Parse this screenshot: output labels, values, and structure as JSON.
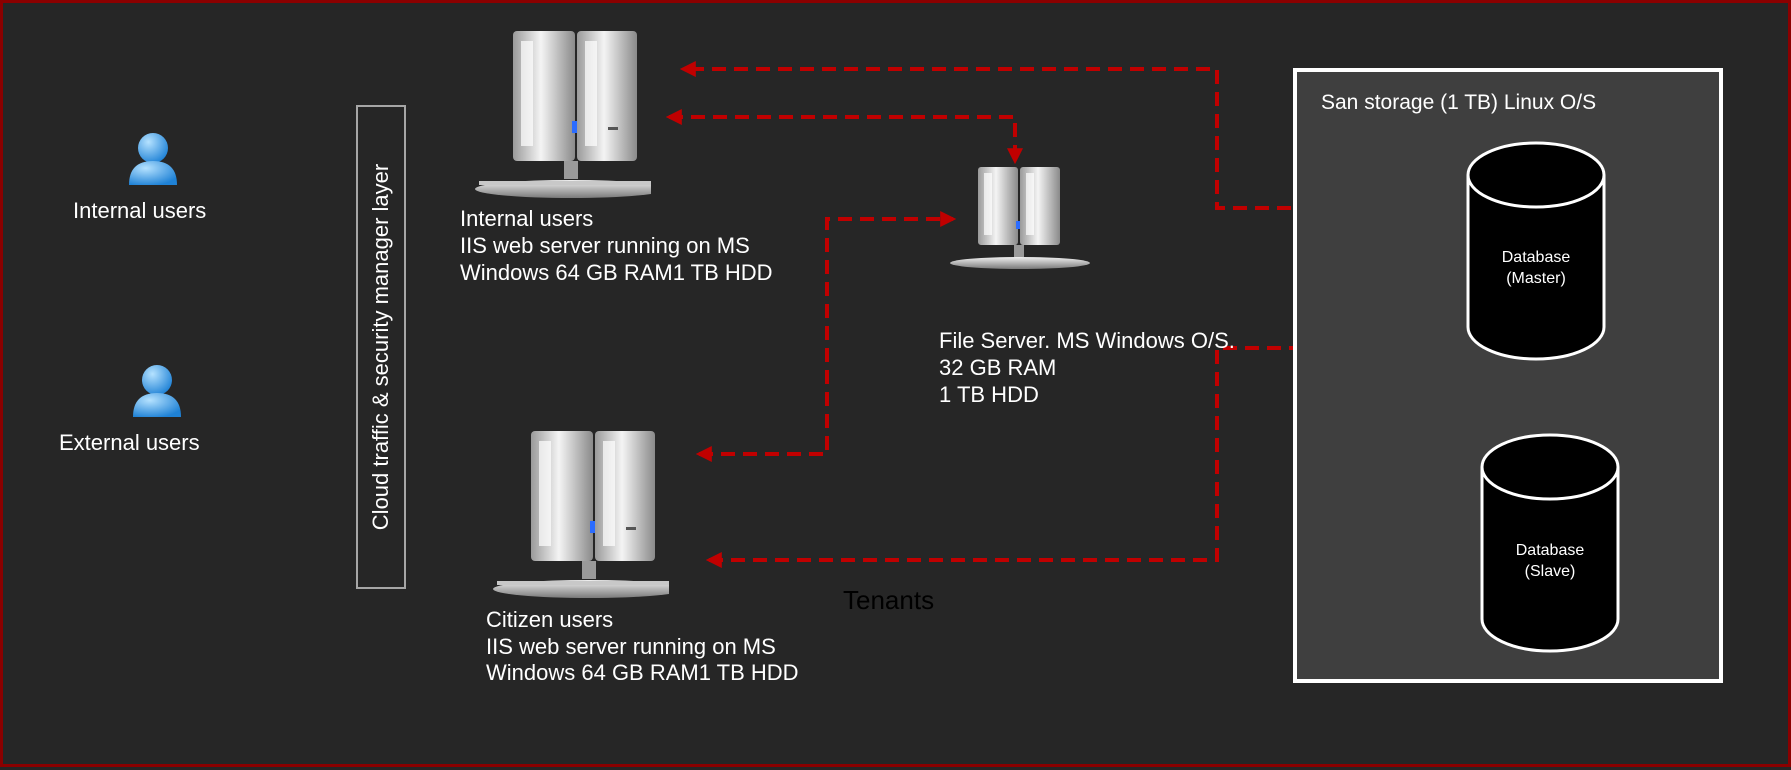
{
  "users": {
    "internal_label": "Internal users",
    "external_label": "External users"
  },
  "security_layer": {
    "label": "Cloud traffic & security manager layer"
  },
  "servers": {
    "internal": {
      "line1": "Internal users",
      "line2": "IIS web server running on MS",
      "line3": "Windows 64 GB RAM1 TB HDD"
    },
    "file": {
      "line1": "File Server. MS Windows O/S.",
      "line2": "32 GB RAM",
      "line3": "1 TB HDD"
    },
    "citizen": {
      "line1": "Citizen users",
      "line2": "IIS web server running on MS",
      "line3": "Windows 64 GB RAM1 TB HDD"
    }
  },
  "storage": {
    "title": "San storage (1 TB) Linux O/S",
    "master_line1": "Database",
    "master_line2": "(Master)",
    "slave_line1": "Database",
    "slave_line2": "(Slave)"
  },
  "tenants_label": "Tenants",
  "colors": {
    "background": "#262626",
    "border": "#8b0000",
    "arrow": "#c00000",
    "text": "#ffffff",
    "storage_bg": "#3f3f3f",
    "user_icon": "#3aa0e8"
  }
}
